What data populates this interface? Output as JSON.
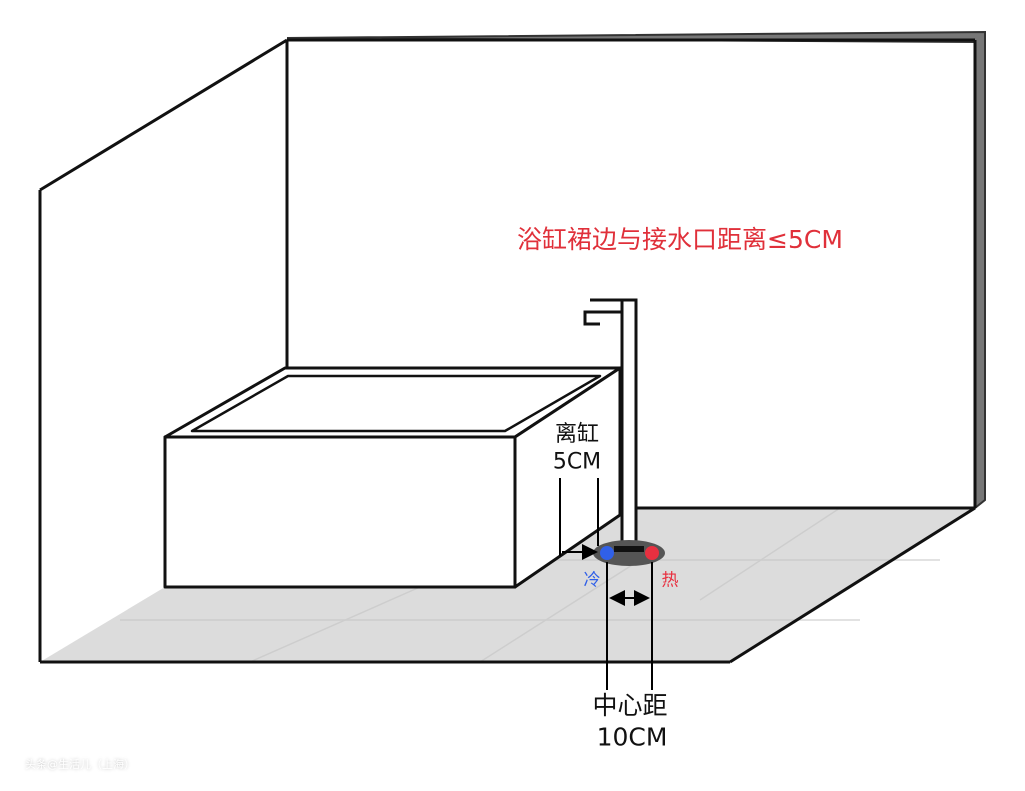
{
  "title": "浴缸裙边与接水口距离≤5CM",
  "gap_label": {
    "line1": "离缸",
    "line2": "5CM"
  },
  "cold_label": "冷",
  "hot_label": "热",
  "center_label": {
    "line1": "中心距",
    "line2": "10CM"
  },
  "watermark": "头条@生活儿（上海）",
  "colors": {
    "title": "#e0303a",
    "cold": "#3060e8",
    "hot": "#e83040",
    "floor": "#dcdcdc",
    "wall_edge": "#777777"
  }
}
